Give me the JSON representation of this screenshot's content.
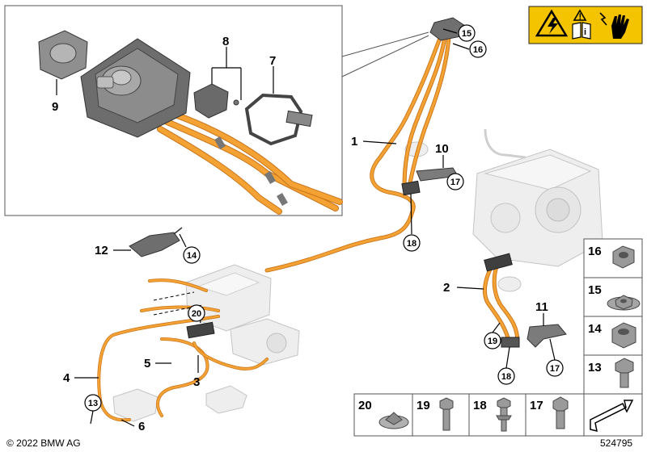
{
  "callouts": {
    "c1": "1",
    "c2": "2",
    "c3": "3",
    "c4": "4",
    "c5": "5",
    "c6": "6",
    "c7": "7",
    "c8": "8",
    "c9": "9",
    "c10": "10",
    "c11": "11",
    "c12": "12",
    "c13": "13",
    "c14": "14",
    "c15": "15",
    "c16": "16",
    "c17": "17",
    "c18": "18",
    "c19": "19",
    "c20": "20"
  },
  "parts_table": {
    "right_column": [
      "16",
      "15",
      "14",
      "13"
    ],
    "bottom_row": [
      "20",
      "19",
      "18",
      "17"
    ]
  },
  "footer": {
    "copyright": "© 2022 BMW AG",
    "diagram_number": "524795"
  },
  "warning_panel": {
    "info_glyph": "i"
  },
  "colors": {
    "cable": "#f3a233",
    "cable_shadow": "#c9741a",
    "warning_bg": "#f5c400",
    "part_grey": "#7a7a7a"
  },
  "icons": [
    "high-voltage-warning-icon",
    "read-manual-icon",
    "no-touch-hand-icon",
    "direction-arrow-icon"
  ]
}
